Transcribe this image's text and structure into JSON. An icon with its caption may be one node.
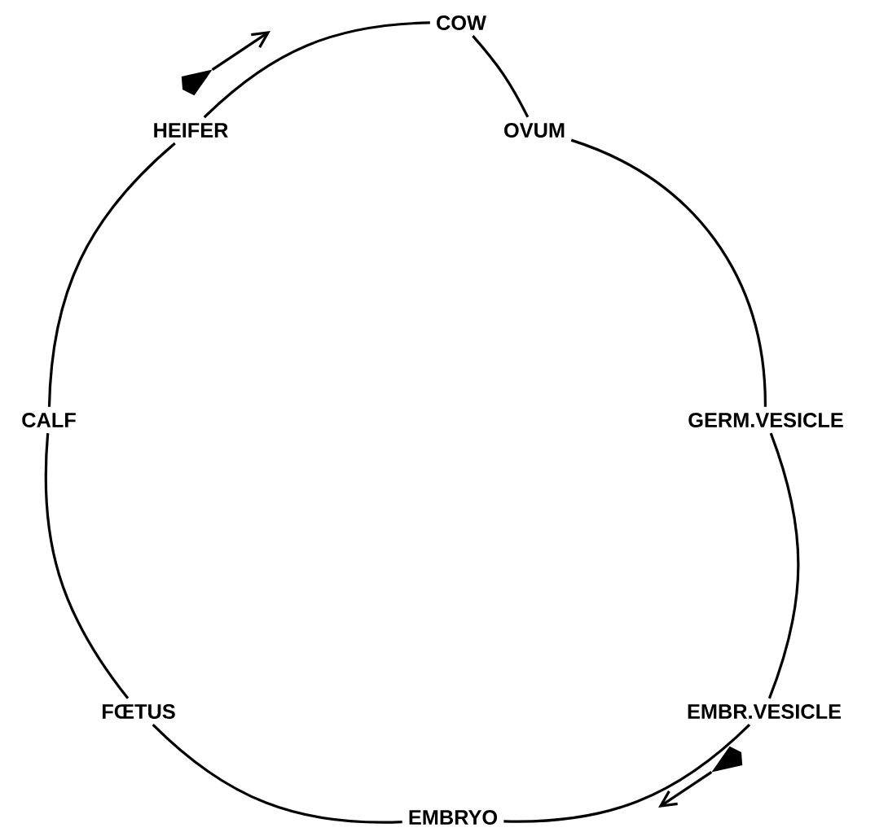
{
  "diagram": {
    "nodes": [
      {
        "text": [
          "COW"
        ]
      },
      {
        "text": [
          "OVUM"
        ]
      },
      {
        "text": [
          "GERM.VESICLE"
        ]
      },
      {
        "text": [
          "EMBR.VESICLE"
        ]
      },
      {
        "text": [
          "EMBRYO"
        ]
      },
      {
        "text": [
          "FŒTUS"
        ]
      },
      {
        "text": [
          "CALF"
        ]
      },
      {
        "text": [
          "HEIFER"
        ]
      }
    ],
    "edges": [
      {
        "from": 0,
        "to": 1,
        "arrow": "none"
      },
      {
        "from": 1,
        "to": 2,
        "arrow": "none"
      },
      {
        "from": 2,
        "to": 3,
        "arrow": "none"
      },
      {
        "from": 3,
        "to": 4,
        "arrow": "none"
      },
      {
        "from": 4,
        "to": 5,
        "arrow": "none"
      },
      {
        "from": 5,
        "to": 6,
        "arrow": "none"
      },
      {
        "from": 6,
        "to": 7,
        "arrow": "none"
      },
      {
        "from": 7,
        "to": 0,
        "arrow": "none"
      }
    ]
  }
}
